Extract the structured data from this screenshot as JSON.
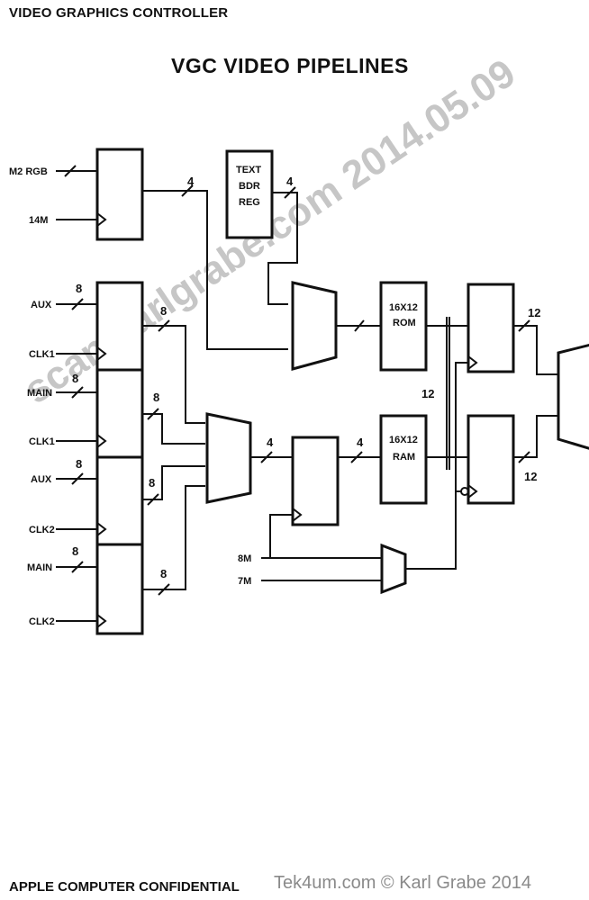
{
  "header": {
    "title": "VIDEO GRAPHICS CONTROLLER"
  },
  "diagram": {
    "title": "VGC VIDEO PIPELINES",
    "signals": {
      "m2rgb": "M2 RGB",
      "c14m": "14M",
      "aux1": "AUX",
      "clk1a": "CLK1",
      "main1": "MAIN",
      "clk1b": "CLK1",
      "aux2": "AUX",
      "clk2a": "CLK2",
      "main2": "MAIN",
      "clk2b": "CLK2",
      "c8m": "8M",
      "c7m": "7M"
    },
    "blocks": {
      "text_reg": [
        "TEXT",
        "BDR",
        "REG"
      ],
      "rom": "16X12 ROM",
      "ram": "16X12 RAM"
    },
    "bus_widths": {
      "rgb_out": "4",
      "text_out": "4",
      "aux1_in": "8",
      "aux1_out": "8",
      "main1_in": "8",
      "main1_out": "8",
      "aux2_in": "8",
      "aux2_out": "8",
      "main2_in": "8",
      "main2_out": "8",
      "mux_out": "4",
      "latch_out": "4",
      "mid_bus": "12",
      "top_out": "12",
      "bottom_out": "12"
    }
  },
  "watermark": "scan karlgrabe.com 2014.05.09",
  "footer": {
    "confidential": "APPLE COMPUTER CONFIDENTIAL",
    "credit": "Tek4um.com © Karl Grabe 2014"
  }
}
